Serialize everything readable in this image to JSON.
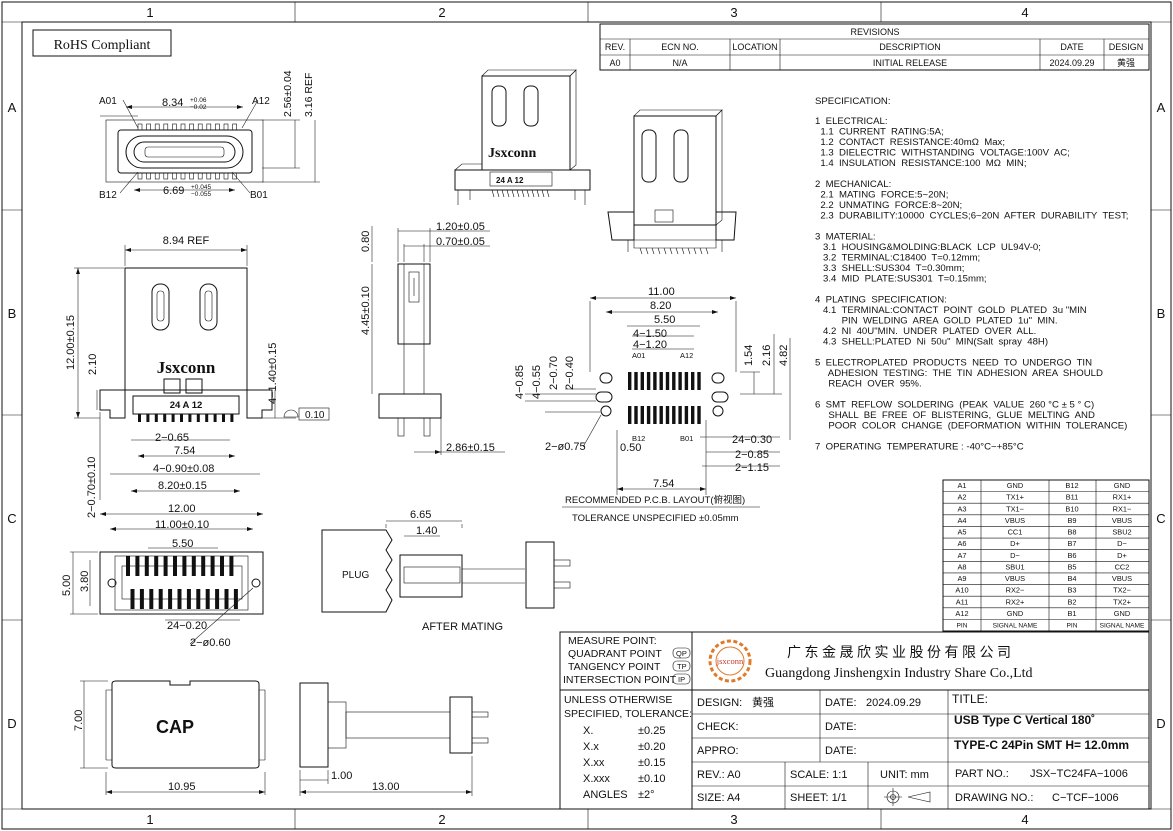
{
  "sheet": {
    "zones_top": [
      "1",
      "2",
      "3",
      "4"
    ],
    "zones_side": [
      "A",
      "B",
      "C",
      "D"
    ],
    "rohs": "RoHS Compliant"
  },
  "revisions": {
    "title": "REVISIONS",
    "headers": [
      "REV.",
      "ECN NO.",
      "LOCATION",
      "DESCRIPTION",
      "DATE",
      "DESIGN"
    ],
    "row": [
      "A0",
      "N/A",
      "",
      "INITIAL RELEASE",
      "2024.09.29",
      "黄强"
    ]
  },
  "spec": {
    "heading": "SPECIFICATION:",
    "lines": [
      "1  ELECTRICAL:",
      "  1.1  CURRENT  RATING:5A;",
      "  1.2  CONTACT  RESISTANCE:40mΩ  Max;",
      "  1.3  DIELECTRIC  WITHSTANDING  VOLTAGE:100V  AC;",
      "  1.4  INSULATION  RESISTANCE:100  MΩ  MIN;",
      "",
      "2  MECHANICAL:",
      "  2.1  MATING  FORCE:5~20N;",
      "  2.2  UNMATING  FORCE:8~20N;",
      "  2.3  DURABILITY:10000  CYCLES;6~20N  AFTER  DURABILITY  TEST;",
      "",
      "3  MATERIAL:",
      "   3.1  HOUSING&MOLDING:BLACK  LCP  UL94V-0;",
      "   3.2  TERMINAL:C18400  T=0.12mm;",
      "   3.3  SHELL:SUS304  T=0.30mm;",
      "   3.4  MID  PLATE:SUS301  T=0.15mm;",
      "",
      "4  PLATING  SPECIFICATION:",
      "   4.1  TERMINAL:CONTACT  POINT  GOLD  PLATED  3u \"MIN",
      "          PIN  WELDING  AREA  GOLD  PLATED  1u\"  MIN.",
      "   4.2  NI  40U\"MIN.  UNDER  PLATED  OVER  ALL.",
      "   4.3  SHELL:PLATED  Ni  50u\"  MIN(Salt  spray  48H)",
      "",
      "5  ELECTROPLATED  PRODUCTS  NEED  TO  UNDERGO  TIN",
      "     ADHESION  TESTING:  THE  TIN  ADHESION  AREA  SHOULD",
      "     REACH  OVER  95%.",
      "",
      "6  SMT  REFLOW  SOLDERING  (PEAK  VALUE  260 °C ± 5 ° C)",
      "     SHALL  BE  FREE  OF  BLISTERING,  GLUE  MELTING  AND",
      "     POOR  COLOR  CHANGE  (DEFORMATION  WITHIN  TOLERANCE)",
      "",
      "7  OPERATING  TEMPERATURE : -40°C~+85°C"
    ]
  },
  "pins": {
    "rows": [
      [
        "A1",
        "GND",
        "B12",
        "GND"
      ],
      [
        "A2",
        "TX1+",
        "B11",
        "RX1+"
      ],
      [
        "A3",
        "TX1−",
        "B10",
        "RX1−"
      ],
      [
        "A4",
        "VBUS",
        "B9",
        "VBUS"
      ],
      [
        "A5",
        "CC1",
        "B8",
        "SBU2"
      ],
      [
        "A6",
        "D+",
        "B7",
        "D−"
      ],
      [
        "A7",
        "D−",
        "B6",
        "D+"
      ],
      [
        "A8",
        "SBU1",
        "B5",
        "CC2"
      ],
      [
        "A9",
        "VBUS",
        "B4",
        "VBUS"
      ],
      [
        "A10",
        "RX2−",
        "B3",
        "TX2−"
      ],
      [
        "A11",
        "RX2+",
        "B2",
        "TX2+"
      ],
      [
        "A12",
        "GND",
        "B1",
        "GND"
      ]
    ],
    "footer": [
      "PIN",
      "SIGNAL NAME",
      "PIN",
      "SIGNAL NAME"
    ]
  },
  "dims": {
    "top_view": {
      "a01": "A01",
      "a12": "A12",
      "b12": "B12",
      "b01": "B01",
      "w1": "8.34",
      "w1_tol_up": "+0.06",
      "w1_tol_dn": "−0.02",
      "w2": "6.69",
      "w2_tol_up": "+0.045",
      "w2_tol_dn": "−0.055",
      "h1": "2.56±0.04",
      "h2": "3.16 REF"
    },
    "front_view": {
      "ref": "8.94 REF",
      "h": "12.00±0.15",
      "h2": "2.10",
      "h3": "4−1.40±0.15",
      "pitch": "2−0.65",
      "w1": "7.54",
      "w2": "4−0.90±0.08",
      "w3": "8.20±0.15",
      "lead": "2−0.70±0.10",
      "flat": "0.10",
      "brand": "Jsxconn",
      "mark": "24  A  12"
    },
    "side_view": {
      "t1": "1.20±0.05",
      "t2": "0.70±0.05",
      "h1": "0.80",
      "h2": "4.45±0.10",
      "w": "2.86±0.15"
    },
    "pcb": {
      "d1": "11.00",
      "d2": "8.20",
      "d3": "5.50",
      "d4": "4−1.50",
      "d5": "4−1.20",
      "v1": "4−0.85",
      "v2": "4−0.55",
      "v3": "2−0.70",
      "v4": "2−0.40",
      "v5": "1.54",
      "v6": "2.16",
      "v7": "4.82",
      "hole": "2−ø0.75",
      "o1": "0.50",
      "o2": "24−0.30",
      "o3": "2−0.85",
      "o4": "2−1.15",
      "o5": "7.54",
      "a01": "A01",
      "a12": "A12",
      "b12": "B12",
      "b01": "B01",
      "title": "RECOMMENDED    P.C.B.  LAYOUT(俯视图)",
      "tol": "TOLERANCE  UNSPECIFIED  ±0.05mm"
    },
    "bottom_view": {
      "w1": "12.00",
      "w2": "11.00±0.10",
      "w3": "5.50",
      "h1": "5.00",
      "h2": "3.80",
      "pads": "24−0.20",
      "holes": "2−ø0.60"
    },
    "mating": {
      "d1": "6.65",
      "d2": "1.40",
      "plug": "PLUG",
      "caption": "AFTER  MATING"
    },
    "cap": {
      "label": "CAP",
      "h": "7.00",
      "w": "10.95",
      "d1": "1.00",
      "d2": "13.00"
    }
  },
  "title_block": {
    "measure": [
      "MEASURE  POINT:",
      "QUADRANT  POINT",
      "TANGENCY  POINT",
      "INTERSECTION  POINT"
    ],
    "measure_codes": [
      "QP",
      "TP",
      "IP"
    ],
    "tol_head": [
      "UNLESS  OTHERWISE",
      "SPECIFIED,  TOLERANCE:"
    ],
    "tol_rows": [
      [
        "X.",
        "±0.25"
      ],
      [
        "X.x",
        "±0.20"
      ],
      [
        "X.xx",
        "±0.15"
      ],
      [
        "X.xxx",
        "±0.10"
      ],
      [
        "ANGLES",
        "±2°"
      ]
    ],
    "company_cn": "广 东 金 晟 欣 实 业 股 份 有 限 公 司",
    "company_en": "Guangdong Jinshengxin Industry Share Co.,Ltd",
    "logo_text": "jsxconn",
    "design_label": "DESIGN:",
    "design_val": "黄强",
    "date_label": "DATE:",
    "date_val": "2024.09.29",
    "check_label": "CHECK:",
    "appro_label": "APPRO:",
    "title_label": "TITLE:",
    "title_l1": "USB Type C Vertical 180˚",
    "title_l2": "TYPE-C 24Pin SMT H= 12.0mm",
    "rev_label": "REV.: A0",
    "scale_label": "SCALE: 1:1",
    "unit_label": "UNIT:  mm",
    "partno_label": "PART NO.:",
    "partno_val": "JSX−TC24FA−1006",
    "size_label": "SIZE: A4",
    "sheet_label": "SHEET: 1/1",
    "drawing_label": "DRAWING  NO.:",
    "drawing_val": "C−TCF−1006"
  }
}
